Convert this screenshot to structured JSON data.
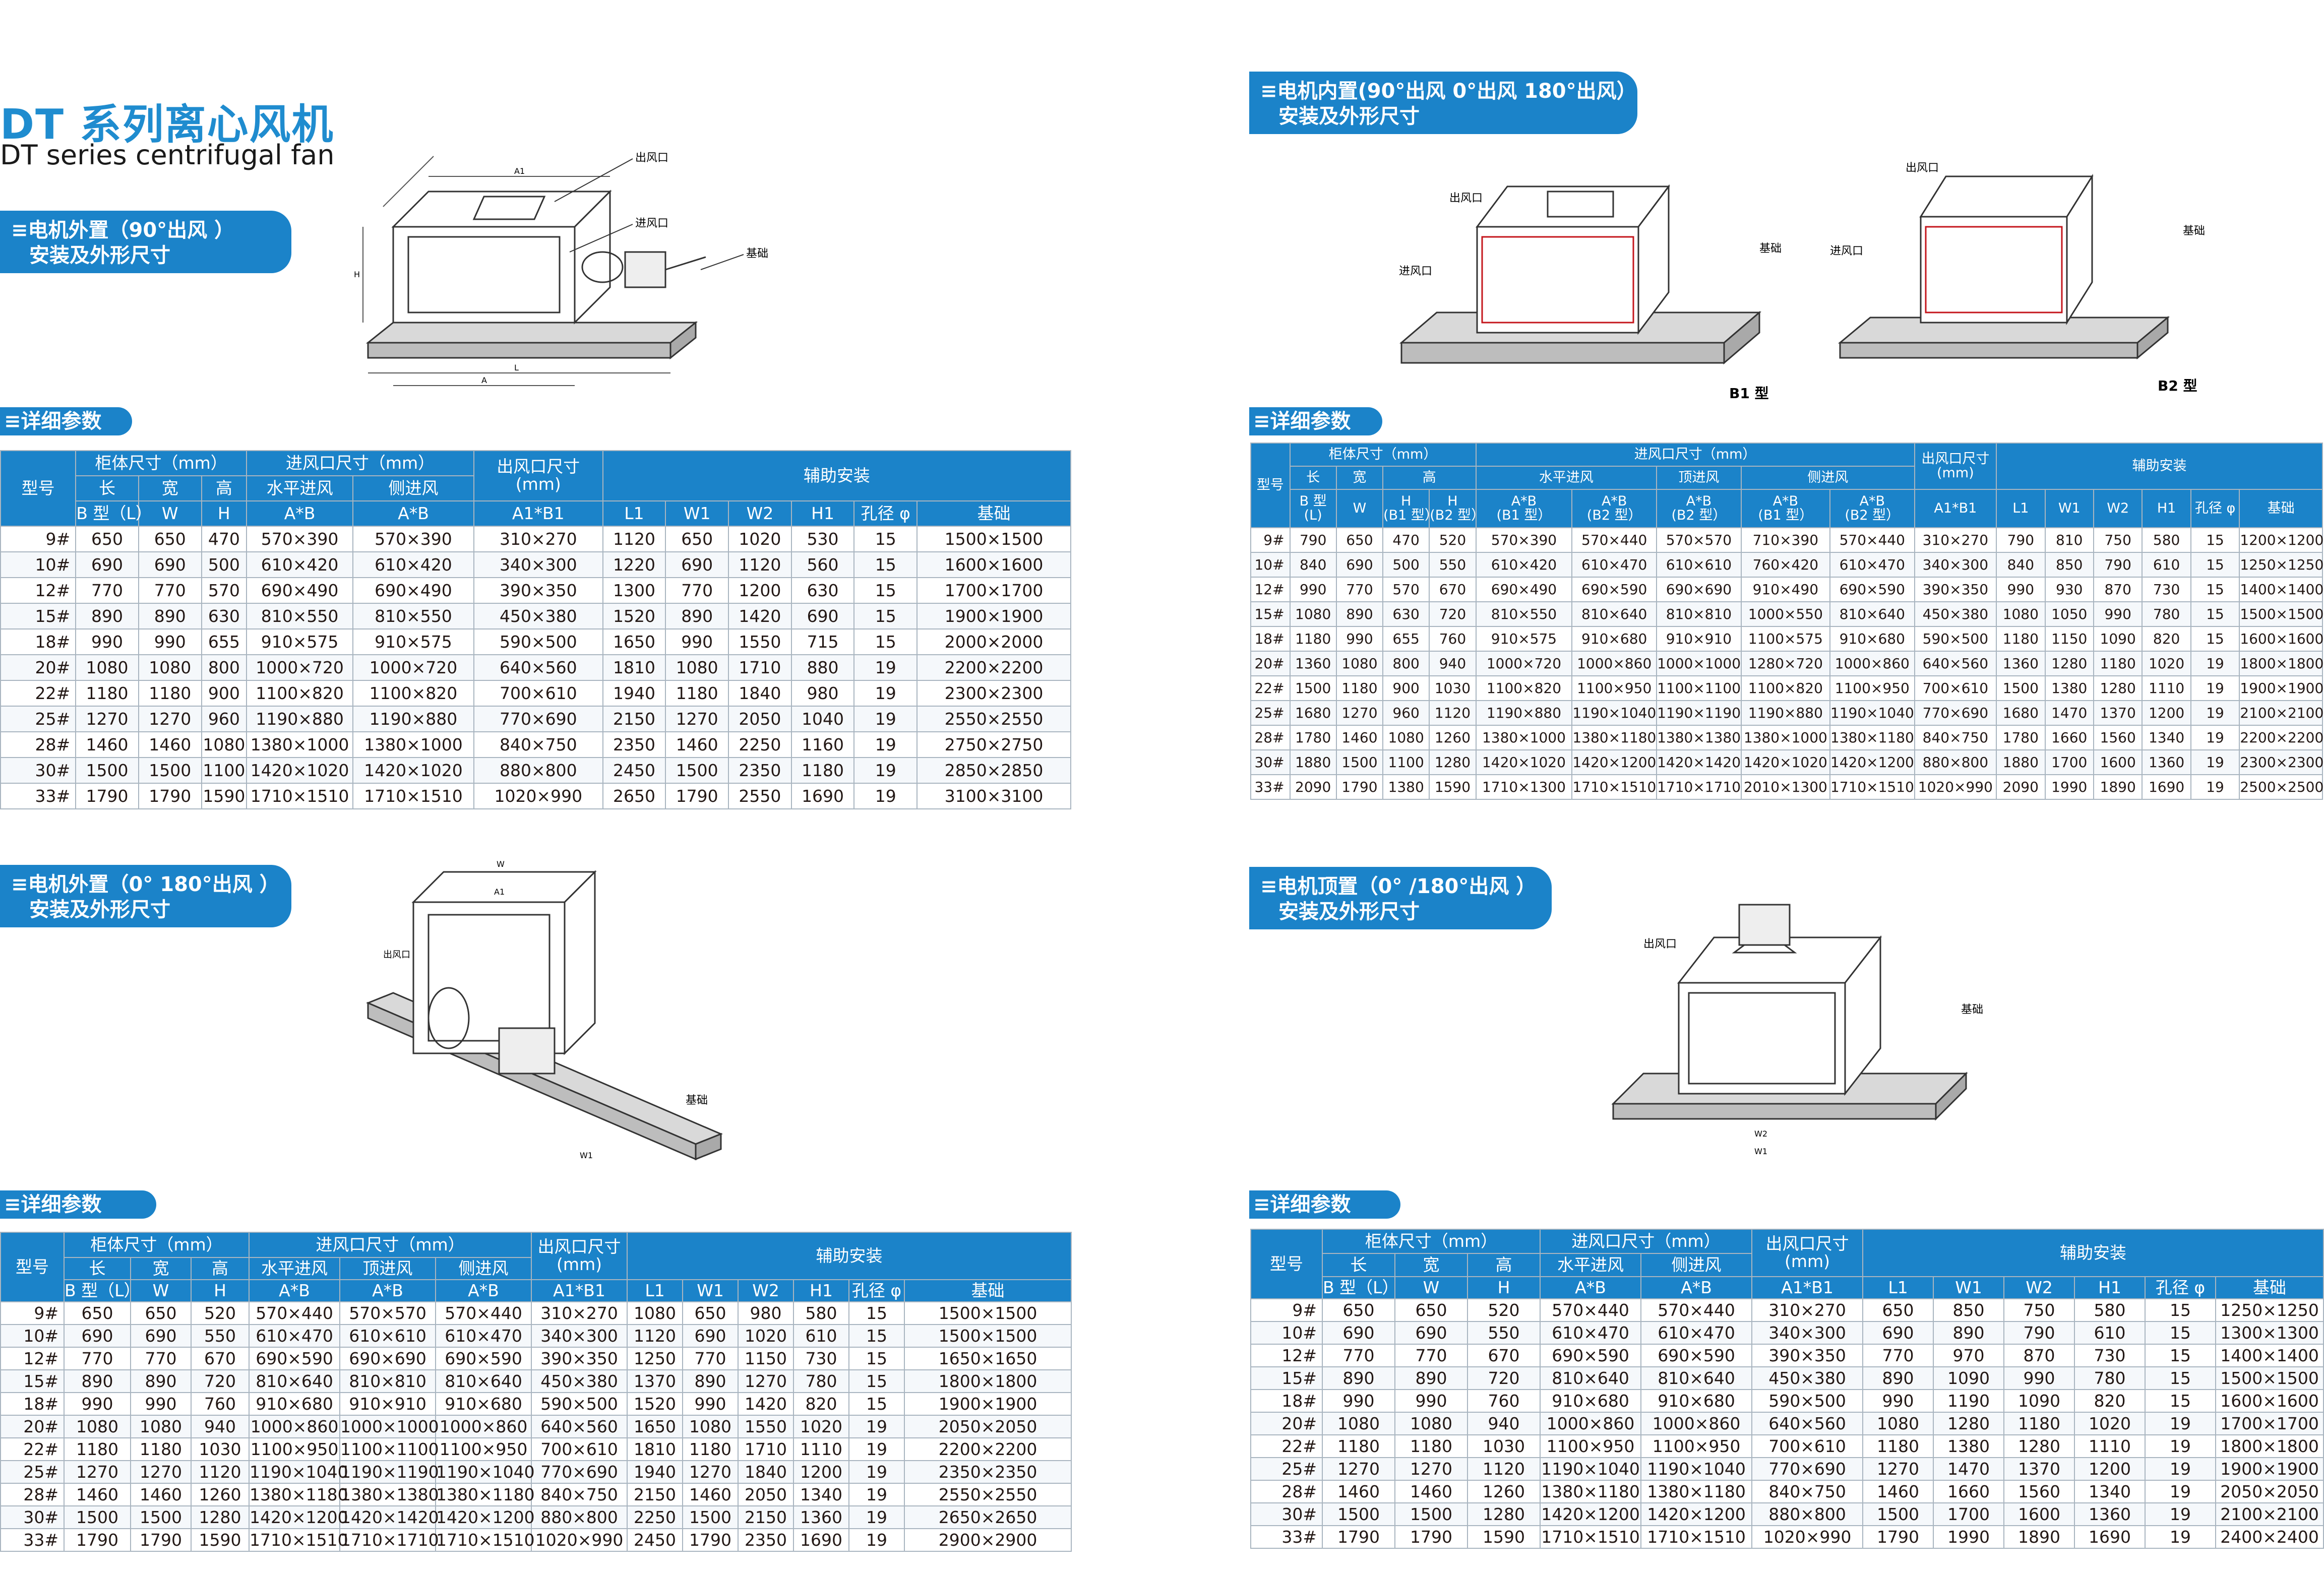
{
  "page": {
    "title_cn": "DT 系列离心风机",
    "title_en": "DT series centrifugal fan"
  },
  "labels": {
    "outlet": "出风口",
    "inlet": "进风口",
    "base": "基础",
    "b1": "B1 型",
    "b2": "B2 型",
    "params": "≡详细参数",
    "dims": {
      "a": "A",
      "b": "B",
      "a1": "A1",
      "b1": "B1",
      "w": "W",
      "w1": "W1",
      "w2": "W2",
      "l": "L",
      "l1": "L1",
      "h": "H",
      "h1": "H1"
    }
  },
  "sections": {
    "s1": {
      "l1": "≡电机外置（90°出风 ）",
      "l2": "安装及外形尺寸"
    },
    "s2": {
      "l1": "≡电机内置(90°出风  0°出风  180°出风）",
      "l2": "安装及外形尺寸"
    },
    "s3": {
      "l1": "≡电机外置（0° 180°出风 ）",
      "l2": "安装及外形尺寸"
    },
    "s4": {
      "l1": "≡电机顶置（0° /180°出风 ）",
      "l2": "安装及外形尺寸"
    }
  },
  "table1": {
    "h": {
      "model": "型号",
      "cabinet": "柜体尺寸（mm）",
      "inlet": "进风口尺寸（mm）",
      "outlet1": "出风口尺寸",
      "outlet2": "(mm)",
      "aux": "辅助安装",
      "len": "长",
      "wid": "宽",
      "hgt": "高",
      "horiz": "水平进风",
      "side": "侧进风",
      "b_l": "B 型（L）",
      "w": "W",
      "h": "H",
      "ab1": "A*B",
      "ab2": "A*B",
      "a1b1": "A1*B1",
      "l1": "L1",
      "w1": "W1",
      "w2": "W2",
      "h1": "H1",
      "hole": "孔径 φ",
      "base": "基础"
    },
    "rows": [
      [
        "9#",
        "650",
        "650",
        "470",
        "570×390",
        "570×390",
        "310×270",
        "1120",
        "650",
        "1020",
        "530",
        "15",
        "1500×1500"
      ],
      [
        "10#",
        "690",
        "690",
        "500",
        "610×420",
        "610×420",
        "340×300",
        "1220",
        "690",
        "1120",
        "560",
        "15",
        "1600×1600"
      ],
      [
        "12#",
        "770",
        "770",
        "570",
        "690×490",
        "690×490",
        "390×350",
        "1300",
        "770",
        "1200",
        "630",
        "15",
        "1700×1700"
      ],
      [
        "15#",
        "890",
        "890",
        "630",
        "810×550",
        "810×550",
        "450×380",
        "1520",
        "890",
        "1420",
        "690",
        "15",
        "1900×1900"
      ],
      [
        "18#",
        "990",
        "990",
        "655",
        "910×575",
        "910×575",
        "590×500",
        "1650",
        "990",
        "1550",
        "715",
        "15",
        "2000×2000"
      ],
      [
        "20#",
        "1080",
        "1080",
        "800",
        "1000×720",
        "1000×720",
        "640×560",
        "1810",
        "1080",
        "1710",
        "880",
        "19",
        "2200×2200"
      ],
      [
        "22#",
        "1180",
        "1180",
        "900",
        "1100×820",
        "1100×820",
        "700×610",
        "1940",
        "1180",
        "1840",
        "980",
        "19",
        "2300×2300"
      ],
      [
        "25#",
        "1270",
        "1270",
        "960",
        "1190×880",
        "1190×880",
        "770×690",
        "2150",
        "1270",
        "2050",
        "1040",
        "19",
        "2550×2550"
      ],
      [
        "28#",
        "1460",
        "1460",
        "1080",
        "1380×1000",
        "1380×1000",
        "840×750",
        "2350",
        "1460",
        "2250",
        "1160",
        "19",
        "2750×2750"
      ],
      [
        "30#",
        "1500",
        "1500",
        "1100",
        "1420×1020",
        "1420×1020",
        "880×800",
        "2450",
        "1500",
        "2350",
        "1180",
        "19",
        "2850×2850"
      ],
      [
        "33#",
        "1790",
        "1790",
        "1590",
        "1710×1510",
        "1710×1510",
        "1020×990",
        "2650",
        "1790",
        "2550",
        "1690",
        "19",
        "3100×3100"
      ]
    ]
  },
  "table2": {
    "h": {
      "model": "型号",
      "cabinet": "柜体尺寸（mm）",
      "inlet": "进风口尺寸（mm）",
      "outlet1": "出风口尺寸",
      "outlet2": "(mm)",
      "aux": "辅助安装",
      "len": "长",
      "wid": "宽",
      "hgt": "高",
      "horiz": "水平进风",
      "top": "顶进风",
      "side": "侧进风",
      "b_l": "B 型",
      "b_l2": "(L)",
      "w": "W",
      "h_b1a": "H",
      "h_b1b": "(B1 型）",
      "h_b2a": "H",
      "h_b2b": "(B2 型）",
      "ab_a": "A*B",
      "b1t": "(B1 型）",
      "b2t": "(B2 型）",
      "a1b1": "A1*B1",
      "l1": "L1",
      "w1": "W1",
      "w2": "W2",
      "h1": "H1",
      "hole": "孔径 φ",
      "base": "基础"
    },
    "rows": [
      [
        "9#",
        "790",
        "650",
        "470",
        "520",
        "570×390",
        "570×440",
        "570×570",
        "710×390",
        "570×440",
        "310×270",
        "790",
        "810",
        "750",
        "580",
        "15",
        "1200×1200"
      ],
      [
        "10#",
        "840",
        "690",
        "500",
        "550",
        "610×420",
        "610×470",
        "610×610",
        "760×420",
        "610×470",
        "340×300",
        "840",
        "850",
        "790",
        "610",
        "15",
        "1250×1250"
      ],
      [
        "12#",
        "990",
        "770",
        "570",
        "670",
        "690×490",
        "690×590",
        "690×690",
        "910×490",
        "690×590",
        "390×350",
        "990",
        "930",
        "870",
        "730",
        "15",
        "1400×1400"
      ],
      [
        "15#",
        "1080",
        "890",
        "630",
        "720",
        "810×550",
        "810×640",
        "810×810",
        "1000×550",
        "810×640",
        "450×380",
        "1080",
        "1050",
        "990",
        "780",
        "15",
        "1500×1500"
      ],
      [
        "18#",
        "1180",
        "990",
        "655",
        "760",
        "910×575",
        "910×680",
        "910×910",
        "1100×575",
        "910×680",
        "590×500",
        "1180",
        "1150",
        "1090",
        "820",
        "15",
        "1600×1600"
      ],
      [
        "20#",
        "1360",
        "1080",
        "800",
        "940",
        "1000×720",
        "1000×860",
        "1000×1000",
        "1280×720",
        "1000×860",
        "640×560",
        "1360",
        "1280",
        "1180",
        "1020",
        "19",
        "1800×1800"
      ],
      [
        "22#",
        "1500",
        "1180",
        "900",
        "1030",
        "1100×820",
        "1100×950",
        "1100×1100",
        "1100×820",
        "1100×950",
        "700×610",
        "1500",
        "1380",
        "1280",
        "1110",
        "19",
        "1900×1900"
      ],
      [
        "25#",
        "1680",
        "1270",
        "960",
        "1120",
        "1190×880",
        "1190×1040",
        "1190×1190",
        "1190×880",
        "1190×1040",
        "770×690",
        "1680",
        "1470",
        "1370",
        "1200",
        "19",
        "2100×2100"
      ],
      [
        "28#",
        "1780",
        "1460",
        "1080",
        "1260",
        "1380×1000",
        "1380×1180",
        "1380×1380",
        "1380×1000",
        "1380×1180",
        "840×750",
        "1780",
        "1660",
        "1560",
        "1340",
        "19",
        "2200×2200"
      ],
      [
        "30#",
        "1880",
        "1500",
        "1100",
        "1280",
        "1420×1020",
        "1420×1200",
        "1420×1420",
        "1420×1020",
        "1420×1200",
        "880×800",
        "1880",
        "1700",
        "1600",
        "1360",
        "19",
        "2300×2300"
      ],
      [
        "33#",
        "2090",
        "1790",
        "1380",
        "1590",
        "1710×1300",
        "1710×1510",
        "1710×1710",
        "2010×1300",
        "1710×1510",
        "1020×990",
        "2090",
        "1990",
        "1890",
        "1690",
        "19",
        "2500×2500"
      ]
    ]
  },
  "table3": {
    "h": {
      "model": "型号",
      "cabinet": "柜体尺寸（mm）",
      "inlet": "进风口尺寸（mm）",
      "outlet1": "出风口尺寸",
      "outlet2": "(mm)",
      "aux": "辅助安装",
      "len": "长",
      "wid": "宽",
      "hgt": "高",
      "horiz": "水平进风",
      "top": "顶进风",
      "side": "侧进风",
      "b_l": "B 型（L）",
      "w": "W",
      "h": "H",
      "ab1": "A*B",
      "ab2": "A*B",
      "ab3": "A*B",
      "a1b1": "A1*B1",
      "l1": "L1",
      "w1": "W1",
      "w2": "W2",
      "h1": "H1",
      "hole": "孔径 φ",
      "base": "基础"
    },
    "rows": [
      [
        "9#",
        "650",
        "650",
        "520",
        "570×440",
        "570×570",
        "570×440",
        "310×270",
        "1080",
        "650",
        "980",
        "580",
        "15",
        "1500×1500"
      ],
      [
        "10#",
        "690",
        "690",
        "550",
        "610×470",
        "610×610",
        "610×470",
        "340×300",
        "1120",
        "690",
        "1020",
        "610",
        "15",
        "1500×1500"
      ],
      [
        "12#",
        "770",
        "770",
        "670",
        "690×590",
        "690×690",
        "690×590",
        "390×350",
        "1250",
        "770",
        "1150",
        "730",
        "15",
        "1650×1650"
      ],
      [
        "15#",
        "890",
        "890",
        "720",
        "810×640",
        "810×810",
        "810×640",
        "450×380",
        "1370",
        "890",
        "1270",
        "780",
        "15",
        "1800×1800"
      ],
      [
        "18#",
        "990",
        "990",
        "760",
        "910×680",
        "910×910",
        "910×680",
        "590×500",
        "1520",
        "990",
        "1420",
        "820",
        "15",
        "1900×1900"
      ],
      [
        "20#",
        "1080",
        "1080",
        "940",
        "1000×860",
        "1000×1000",
        "1000×860",
        "640×560",
        "1650",
        "1080",
        "1550",
        "1020",
        "19",
        "2050×2050"
      ],
      [
        "22#",
        "1180",
        "1180",
        "1030",
        "1100×950",
        "1100×1100",
        "1100×950",
        "700×610",
        "1810",
        "1180",
        "1710",
        "1110",
        "19",
        "2200×2200"
      ],
      [
        "25#",
        "1270",
        "1270",
        "1120",
        "1190×1040",
        "1190×1190",
        "1190×1040",
        "770×690",
        "1940",
        "1270",
        "1840",
        "1200",
        "19",
        "2350×2350"
      ],
      [
        "28#",
        "1460",
        "1460",
        "1260",
        "1380×1180",
        "1380×1380",
        "1380×1180",
        "840×750",
        "2150",
        "1460",
        "2050",
        "1340",
        "19",
        "2550×2550"
      ],
      [
        "30#",
        "1500",
        "1500",
        "1280",
        "1420×1200",
        "1420×1420",
        "1420×1200",
        "880×800",
        "2250",
        "1500",
        "2150",
        "1360",
        "19",
        "2650×2650"
      ],
      [
        "33#",
        "1790",
        "1790",
        "1590",
        "1710×1510",
        "1710×1710",
        "1710×1510",
        "1020×990",
        "2450",
        "1790",
        "2350",
        "1690",
        "19",
        "2900×2900"
      ]
    ]
  },
  "table4": {
    "h": {
      "model": "型号",
      "cabinet": "柜体尺寸（mm）",
      "inlet": "进风口尺寸（mm）",
      "outlet1": "出风口尺寸",
      "outlet2": "(mm)",
      "aux": "辅助安装",
      "len": "长",
      "wid": "宽",
      "hgt": "高",
      "horiz": "水平进风",
      "side": "侧进风",
      "b_l": "B 型（L）",
      "w": "W",
      "h": "H",
      "ab1": "A*B",
      "ab2": "A*B",
      "a1b1": "A1*B1",
      "l1": "L1",
      "w1": "W1",
      "w2": "W2",
      "h1": "H1",
      "hole": "孔径 φ",
      "base": "基础"
    },
    "rows": [
      [
        "9#",
        "650",
        "650",
        "520",
        "570×440",
        "570×440",
        "310×270",
        "650",
        "850",
        "750",
        "580",
        "15",
        "1250×1250"
      ],
      [
        "10#",
        "690",
        "690",
        "550",
        "610×470",
        "610×470",
        "340×300",
        "690",
        "890",
        "790",
        "610",
        "15",
        "1300×1300"
      ],
      [
        "12#",
        "770",
        "770",
        "670",
        "690×590",
        "690×590",
        "390×350",
        "770",
        "970",
        "870",
        "730",
        "15",
        "1400×1400"
      ],
      [
        "15#",
        "890",
        "890",
        "720",
        "810×640",
        "810×640",
        "450×380",
        "890",
        "1090",
        "990",
        "780",
        "15",
        "1500×1500"
      ],
      [
        "18#",
        "990",
        "990",
        "760",
        "910×680",
        "910×680",
        "590×500",
        "990",
        "1190",
        "1090",
        "820",
        "15",
        "1600×1600"
      ],
      [
        "20#",
        "1080",
        "1080",
        "940",
        "1000×860",
        "1000×860",
        "640×560",
        "1080",
        "1280",
        "1180",
        "1020",
        "19",
        "1700×1700"
      ],
      [
        "22#",
        "1180",
        "1180",
        "1030",
        "1100×950",
        "1100×950",
        "700×610",
        "1180",
        "1380",
        "1280",
        "1110",
        "19",
        "1800×1800"
      ],
      [
        "25#",
        "1270",
        "1270",
        "1120",
        "1190×1040",
        "1190×1040",
        "770×690",
        "1270",
        "1470",
        "1370",
        "1200",
        "19",
        "1900×1900"
      ],
      [
        "28#",
        "1460",
        "1460",
        "1260",
        "1380×1180",
        "1380×1180",
        "840×750",
        "1460",
        "1660",
        "1560",
        "1340",
        "19",
        "2050×2050"
      ],
      [
        "30#",
        "1500",
        "1500",
        "1280",
        "1420×1200",
        "1420×1200",
        "880×800",
        "1500",
        "1700",
        "1600",
        "1360",
        "19",
        "2100×2100"
      ],
      [
        "33#",
        "1790",
        "1790",
        "1590",
        "1710×1510",
        "1710×1510",
        "1020×990",
        "1790",
        "1990",
        "1890",
        "1690",
        "19",
        "2400×2400"
      ]
    ]
  }
}
